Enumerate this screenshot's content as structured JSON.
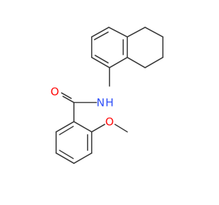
{
  "molecule": {
    "atoms": [
      {
        "id": "O_carbonyl",
        "symbol": "O",
        "color": "#ff0d0d"
      },
      {
        "id": "N_amide",
        "symbol": "N",
        "color": "#3050f8"
      },
      {
        "id": "H_amide",
        "symbol": "H",
        "color": "#3050f8"
      },
      {
        "id": "O_ether",
        "symbol": "O",
        "color": "#ff0d0d"
      }
    ],
    "bond_color": "#3a3a3a",
    "background": "#ffffff"
  }
}
